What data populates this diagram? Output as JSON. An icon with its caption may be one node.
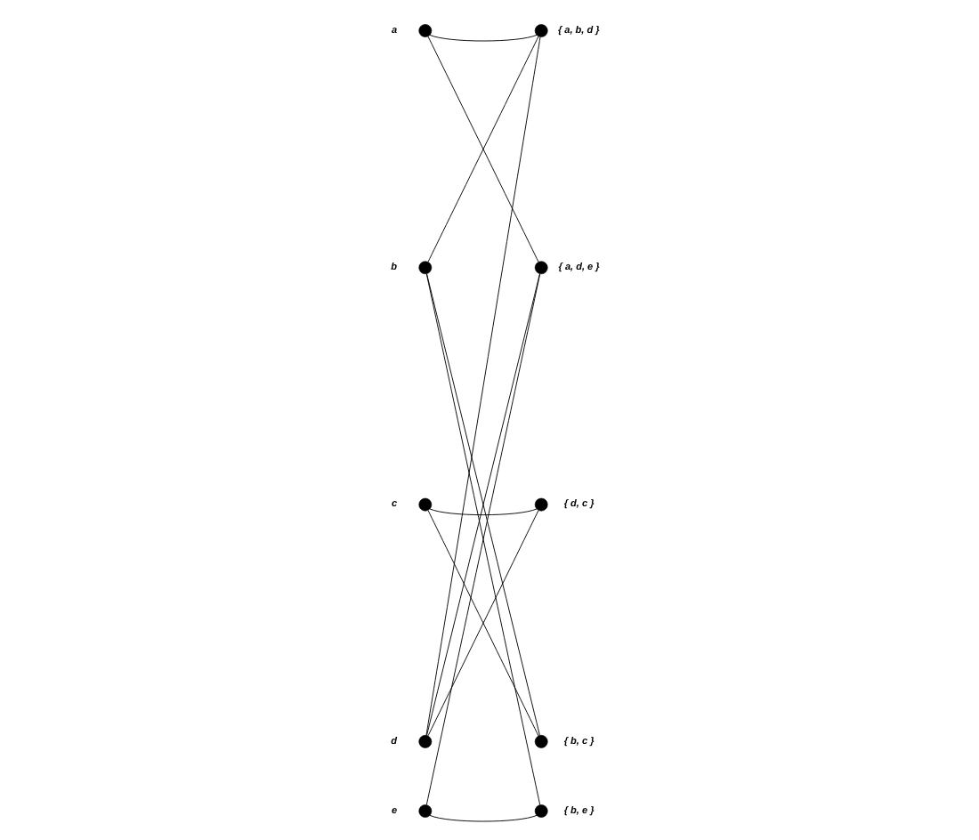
{
  "diagram": {
    "nodes": [
      {
        "text": [],
        "shape": "circle",
        "beside": [
          "a"
        ]
      },
      {
        "text": [],
        "shape": "circle",
        "beside": [
          "b"
        ]
      },
      {
        "text": [],
        "shape": "circle",
        "beside": [
          "c"
        ]
      },
      {
        "text": [],
        "shape": "circle",
        "beside": [
          "d"
        ]
      },
      {
        "text": [],
        "shape": "circle",
        "beside": [
          "e"
        ]
      },
      {
        "text": [],
        "shape": "circle",
        "beside": [
          "{ a, b, d }"
        ]
      },
      {
        "text": [],
        "shape": "circle",
        "beside": [
          "{ a, d, e }"
        ]
      },
      {
        "text": [],
        "shape": "circle",
        "beside": [
          "{ d, c }"
        ]
      },
      {
        "text": [],
        "shape": "circle",
        "beside": [
          "{ b, c }"
        ]
      },
      {
        "text": [],
        "shape": "circle",
        "beside": [
          "{ b, e }"
        ]
      }
    ],
    "edges": [
      {
        "from": 0,
        "to": 5,
        "arrow": "none"
      },
      {
        "from": 0,
        "to": 6,
        "arrow": "none"
      },
      {
        "from": 1,
        "to": 5,
        "arrow": "none"
      },
      {
        "from": 1,
        "to": 8,
        "arrow": "none"
      },
      {
        "from": 1,
        "to": 9,
        "arrow": "none"
      },
      {
        "from": 2,
        "to": 7,
        "arrow": "none"
      },
      {
        "from": 2,
        "to": 8,
        "arrow": "none"
      },
      {
        "from": 3,
        "to": 5,
        "arrow": "none"
      },
      {
        "from": 3,
        "to": 6,
        "arrow": "none"
      },
      {
        "from": 3,
        "to": 7,
        "arrow": "none"
      },
      {
        "from": 4,
        "to": 6,
        "arrow": "none"
      },
      {
        "from": 4,
        "to": 9,
        "arrow": "none"
      }
    ]
  }
}
